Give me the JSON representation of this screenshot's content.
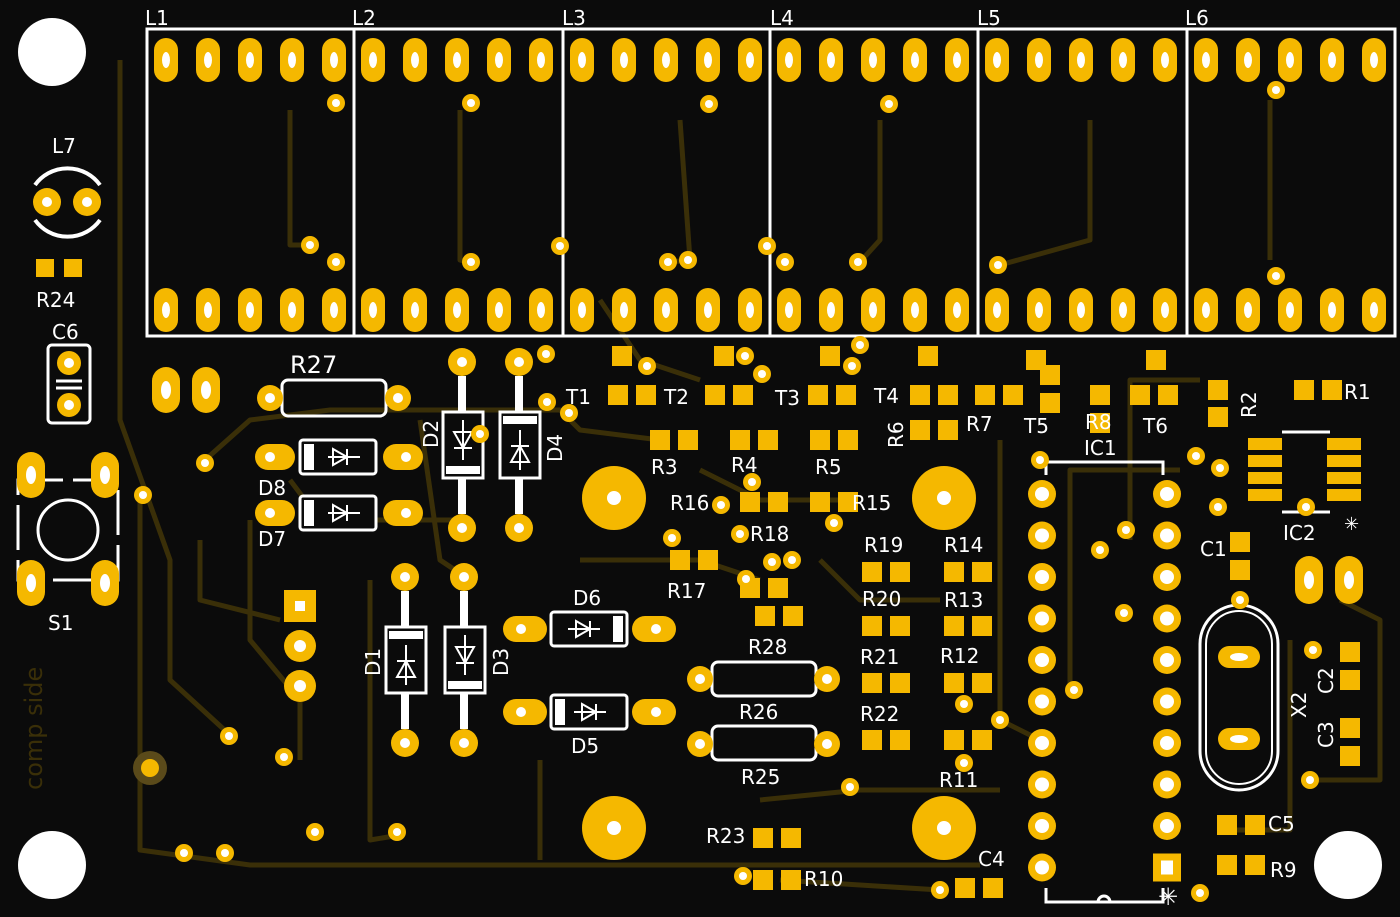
{
  "board": {
    "background": "#0b0b0b",
    "trace_color": "#3a2f08",
    "pad_color": "#f5b800",
    "hole_color": "#ffffff",
    "silk_color": "#ffffff",
    "side_label": "comp side"
  },
  "displays": [
    "L1",
    "L2",
    "L3",
    "L4",
    "L5",
    "L6"
  ],
  "labels": {
    "L7": "L7",
    "R24": "R24",
    "C6": "C6",
    "S1": "S1",
    "R27": "R27",
    "D1": "D1",
    "D2": "D2",
    "D3": "D3",
    "D4": "D4",
    "D5": "D5",
    "D6": "D6",
    "D7": "D7",
    "D8": "D8",
    "T1": "T1",
    "T2": "T2",
    "T3": "T3",
    "T4": "T4",
    "T5": "T5",
    "T6": "T6",
    "R1": "R1",
    "R2": "R2",
    "R3": "R3",
    "R4": "R4",
    "R5": "R5",
    "R6": "R6",
    "R7": "R7",
    "R8": "R8",
    "R9": "R9",
    "R10": "R10",
    "R11": "R11",
    "R12": "R12",
    "R13": "R13",
    "R14": "R14",
    "R15": "R15",
    "R16": "R16",
    "R17": "R17",
    "R18": "R18",
    "R19": "R19",
    "R20": "R20",
    "R21": "R21",
    "R22": "R22",
    "R23": "R23",
    "R25": "R25",
    "R26": "R26",
    "R28": "R28",
    "IC1": "IC1",
    "IC2": "IC2",
    "C1": "C1",
    "C2": "C2",
    "C3": "C3",
    "C4": "C4",
    "C5": "C5",
    "X2": "X2"
  }
}
